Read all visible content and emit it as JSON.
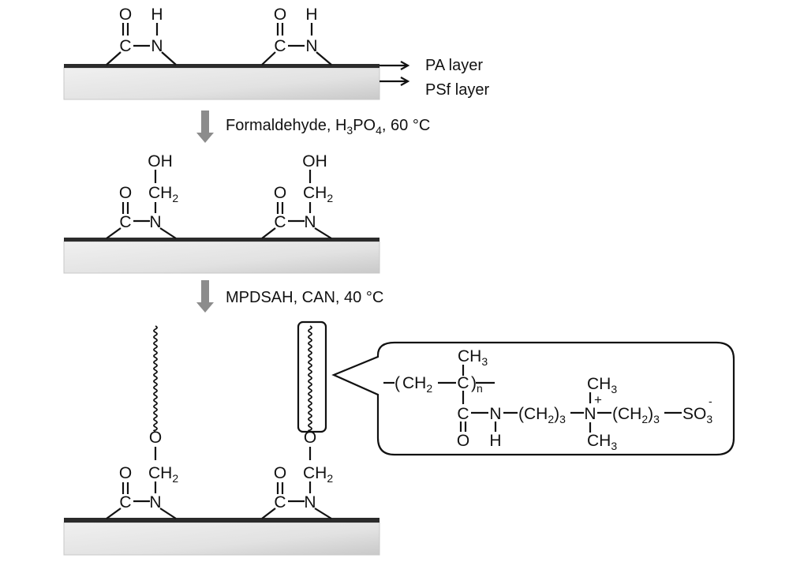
{
  "figure": {
    "layers": {
      "pa_label": "PA layer",
      "psf_label": "PSf layer"
    },
    "steps": [
      {
        "reagents_parts": [
          "Formaldehyde, H",
          "3",
          "PO",
          "4",
          ", 60 °C"
        ],
        "reagents_text": "Formaldehyde, H3PO4, 60 °C"
      },
      {
        "reagents_text": "MPDSAH, CAN, 40 °C"
      }
    ],
    "stage1": {
      "groups": [
        {
          "carbonyl_o": "O",
          "carbon": "C",
          "nitrogen": "N",
          "n_substituent": "H"
        },
        {
          "carbonyl_o": "O",
          "carbon": "C",
          "nitrogen": "N",
          "n_substituent": "H"
        }
      ]
    },
    "stage2": {
      "groups": [
        {
          "carbonyl_o": "O",
          "carbon": "C",
          "nitrogen": "N",
          "ch2": "CH",
          "ch2_sub": "2",
          "oh": "OH"
        },
        {
          "carbonyl_o": "O",
          "carbon": "C",
          "nitrogen": "N",
          "ch2": "CH",
          "ch2_sub": "2",
          "oh": "OH"
        }
      ]
    },
    "stage3": {
      "groups": [
        {
          "carbonyl_o": "O",
          "carbon": "C",
          "nitrogen": "N",
          "ch2": "CH",
          "ch2_sub": "2",
          "ether_o": "O"
        },
        {
          "carbonyl_o": "O",
          "carbon": "C",
          "nitrogen": "N",
          "ch2": "CH",
          "ch2_sub": "2",
          "ether_o": "O"
        }
      ],
      "callout": {
        "backbone_ch2": "CH",
        "backbone_ch2_sub": "2",
        "quaternary_c": "C",
        "repeat_n": "n",
        "methyl": "CH",
        "methyl_sub": "3",
        "amide_c": "C",
        "amide_o": "O",
        "amide_n": "N",
        "amide_h": "H",
        "spacer1": "(CH",
        "spacer1_sub2": "2",
        "spacer1_close": ")",
        "spacer1_sub3": "3",
        "ammonium_n": "N",
        "charge_plus": "+",
        "n_methyl_top": "CH",
        "n_methyl_top_sub": "3",
        "n_methyl_bottom": "CH",
        "n_methyl_bottom_sub": "3",
        "spacer2": "(CH",
        "spacer2_sub2": "2",
        "spacer2_close": ")",
        "spacer2_sub3": "3",
        "sulfonate": "SO",
        "sulfonate_sub": "3",
        "charge_minus": "-"
      }
    },
    "colors": {
      "pa_layer": "#2b2b2b",
      "psf_layer_light": "#ececec",
      "psf_layer_dark": "#cfcfcf",
      "step_arrow": "#8c8c8c",
      "ink": "#111111"
    }
  }
}
